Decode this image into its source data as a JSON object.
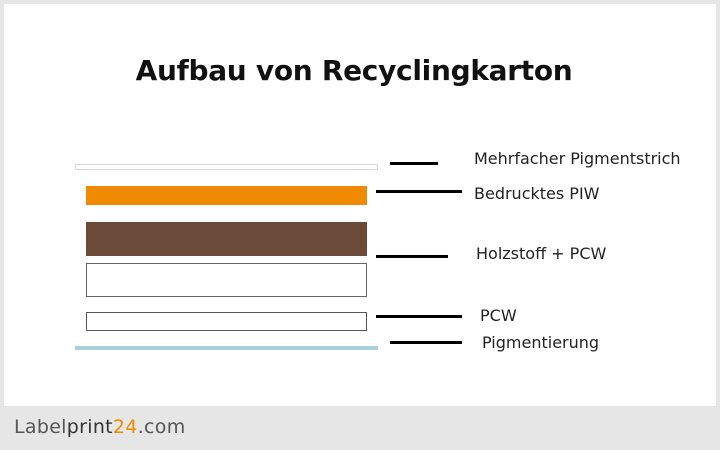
{
  "title": "Aufbau von Recyclingkarton",
  "colors": {
    "orange_layer": "#f08a00",
    "brown_layer": "#6b4a3a",
    "blue_layer": "#a8d0dc",
    "logo_accent": "#f08a00"
  },
  "layers": [
    {
      "label": "Mehrfacher Pigmentstrich"
    },
    {
      "label": "Bedrucktes PIW"
    },
    {
      "label": "Holzstoff + PCW"
    },
    {
      "label": "PCW"
    },
    {
      "label": "Pigmentierung"
    }
  ],
  "footer": {
    "logo_part1": "Label",
    "logo_part2": "print",
    "logo_part3": "24",
    "logo_part4": ".com"
  }
}
